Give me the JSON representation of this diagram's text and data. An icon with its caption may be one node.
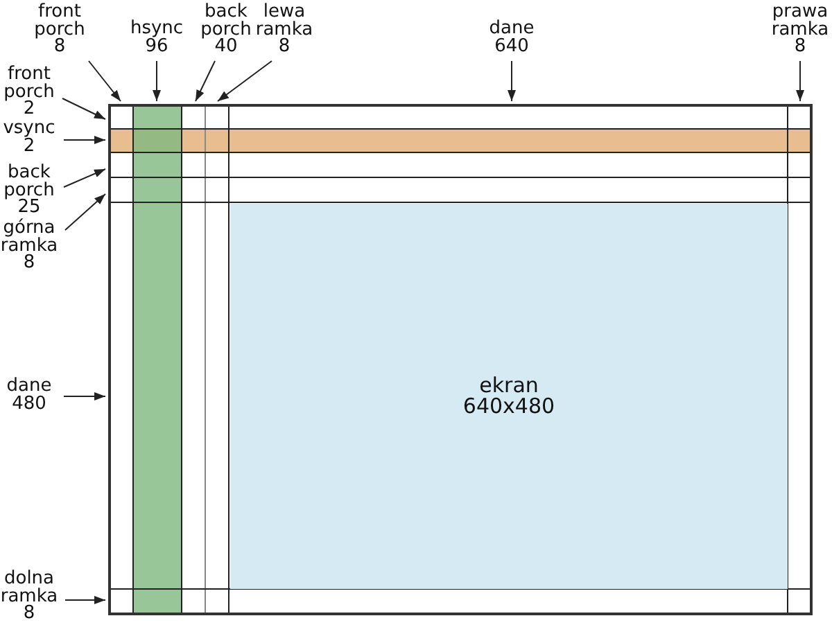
{
  "diagram": {
    "nodes": [
      {
        "text": [
          "front porch",
          "8"
        ]
      },
      {
        "text": [
          "hsync",
          "96"
        ]
      },
      {
        "text": [
          "back porch",
          "40"
        ]
      },
      {
        "text": [
          "lewa ramka",
          "8"
        ]
      },
      {
        "text": [
          "dane",
          "640"
        ]
      },
      {
        "text": [
          "prawa ramka",
          "8"
        ]
      },
      {
        "text": [
          "front porch",
          "2"
        ]
      },
      {
        "text": [
          "vsync",
          "2"
        ]
      },
      {
        "text": [
          "back porch",
          "25"
        ]
      },
      {
        "text": [
          "górna ramka",
          "8"
        ]
      },
      {
        "text": [
          "dane",
          "480"
        ]
      },
      {
        "text": [
          "dolna ramka",
          "8"
        ]
      },
      {
        "text": [
          "ekran",
          "640x480"
        ]
      }
    ],
    "edges": [
      {
        "from": 0,
        "to": null,
        "arrow": "to"
      },
      {
        "from": 1,
        "to": null,
        "arrow": "to"
      },
      {
        "from": 2,
        "to": null,
        "arrow": "to"
      },
      {
        "from": 3,
        "to": null,
        "arrow": "to"
      },
      {
        "from": 4,
        "to": null,
        "arrow": "to"
      },
      {
        "from": 5,
        "to": null,
        "arrow": "to"
      },
      {
        "from": 6,
        "to": null,
        "arrow": "to"
      },
      {
        "from": 7,
        "to": null,
        "arrow": "to"
      },
      {
        "from": 8,
        "to": null,
        "arrow": "to"
      },
      {
        "from": 9,
        "to": null,
        "arrow": "to"
      },
      {
        "from": 10,
        "to": null,
        "arrow": "to"
      },
      {
        "from": 11,
        "to": null,
        "arrow": "to"
      }
    ]
  }
}
